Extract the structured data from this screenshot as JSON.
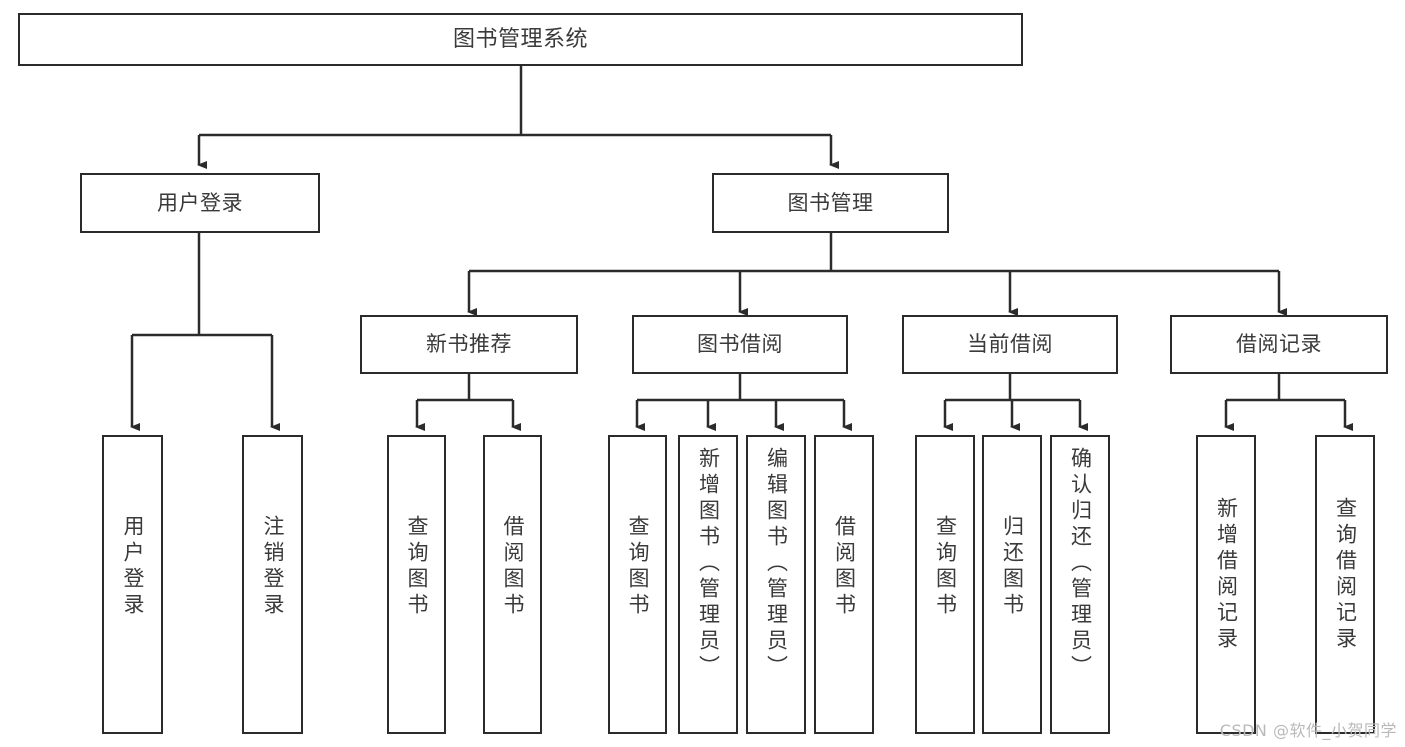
{
  "diagram": {
    "title": "图书管理系统",
    "type": "hierarchy-tree",
    "stroke_color": "#2b2b2b",
    "text_color": "#3a3a3a",
    "background_color": "#ffffff",
    "root": {
      "id": "root",
      "label": "图书管理系统"
    },
    "level2": [
      {
        "id": "user-login",
        "label": "用户登录"
      },
      {
        "id": "book-manage",
        "label": "图书管理"
      }
    ],
    "level3": [
      {
        "id": "new-book-rec",
        "label": "新书推荐",
        "parent": "book-manage"
      },
      {
        "id": "book-borrow",
        "label": "图书借阅",
        "parent": "book-manage"
      },
      {
        "id": "current-borrow",
        "label": "当前借阅",
        "parent": "book-manage"
      },
      {
        "id": "borrow-record",
        "label": "借阅记录",
        "parent": "book-manage"
      }
    ],
    "leaves": [
      {
        "id": "leaf-user-login",
        "label": "用户登录",
        "parent": "user-login"
      },
      {
        "id": "leaf-logout",
        "label": "注销登录",
        "parent": "user-login"
      },
      {
        "id": "leaf-query-book-1",
        "label": "查询图书",
        "parent": "new-book-rec"
      },
      {
        "id": "leaf-borrow-book-1",
        "label": "借阅图书",
        "parent": "new-book-rec"
      },
      {
        "id": "leaf-query-book-2",
        "label": "查询图书",
        "parent": "book-borrow"
      },
      {
        "id": "leaf-add-book",
        "label": "新增图书（管理员）",
        "parent": "book-borrow"
      },
      {
        "id": "leaf-edit-book",
        "label": "编辑图书（管理员）",
        "parent": "book-borrow"
      },
      {
        "id": "leaf-borrow-book-2",
        "label": "借阅图书",
        "parent": "book-borrow"
      },
      {
        "id": "leaf-query-book-3",
        "label": "查询图书",
        "parent": "current-borrow"
      },
      {
        "id": "leaf-return-book",
        "label": "归还图书",
        "parent": "current-borrow"
      },
      {
        "id": "leaf-confirm-return",
        "label": "确认归还（管理员）",
        "parent": "current-borrow"
      },
      {
        "id": "leaf-add-record",
        "label": "新增借阅记录",
        "parent": "borrow-record"
      },
      {
        "id": "leaf-query-record",
        "label": "查询借阅记录",
        "parent": "borrow-record"
      }
    ],
    "watermark": "CSDN @软件_小贺同学"
  }
}
